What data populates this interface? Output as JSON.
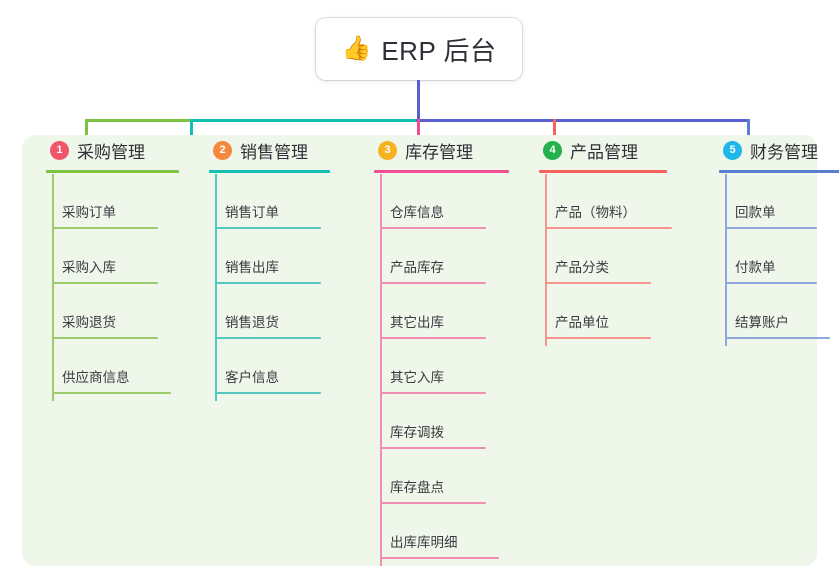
{
  "root": {
    "icon": "thumbs-up-icon",
    "emoji": "👍",
    "title": "ERP 后台"
  },
  "colors": {
    "panel_bg": "#eef7e9",
    "canvas_bg": "#ffffff",
    "bus_green": "#7ec242",
    "bus_teal": "#13bfb0",
    "bus_indigo": "#5a5fd0",
    "stub_pink": "#ee4f92",
    "stub_red": "#f4645c",
    "stub_blue": "#5a7fd0",
    "badge_1": "#f2546a",
    "badge_2": "#f5883c",
    "badge_3": "#f5b320",
    "badge_4": "#22b14c",
    "badge_5": "#1fb6e8",
    "rule_1": "#7ec242",
    "rule_2": "#13bfb0",
    "rule_3": "#ee4f92",
    "rule_4": "#f4645c",
    "rule_5": "#5a7fd0",
    "text": "#2f3037"
  },
  "columns": [
    {
      "index": "1",
      "title": "采购管理",
      "badge_color": "#f2546a",
      "rule_color": "#7ec242",
      "leaf_color": "#9ccb6b",
      "items": [
        "采购订单",
        "采购入库",
        "采购退货",
        "供应商信息"
      ]
    },
    {
      "index": "2",
      "title": "销售管理",
      "badge_color": "#f5883c",
      "rule_color": "#13bfb0",
      "leaf_color": "#53c9bd",
      "items": [
        "销售订单",
        "销售出库",
        "销售退货",
        "客户信息"
      ]
    },
    {
      "index": "3",
      "title": "库存管理",
      "badge_color": "#f5b320",
      "rule_color": "#ee4f92",
      "leaf_color": "#f08fb6",
      "items": [
        "仓库信息",
        "产品库存",
        "其它出库",
        "其它入库",
        "库存调拨",
        "库存盘点",
        "出库库明细"
      ]
    },
    {
      "index": "4",
      "title": "产品管理",
      "badge_color": "#22b14c",
      "rule_color": "#f4645c",
      "leaf_color": "#f6948d",
      "items": [
        "产品（物料）",
        "产品分类",
        "产品单位"
      ]
    },
    {
      "index": "5",
      "title": "财务管理",
      "badge_color": "#1fb6e8",
      "rule_color": "#5a7fd0",
      "leaf_color": "#8fa6de",
      "items": [
        "回款单",
        "付款单",
        "结算账户"
      ]
    }
  ]
}
